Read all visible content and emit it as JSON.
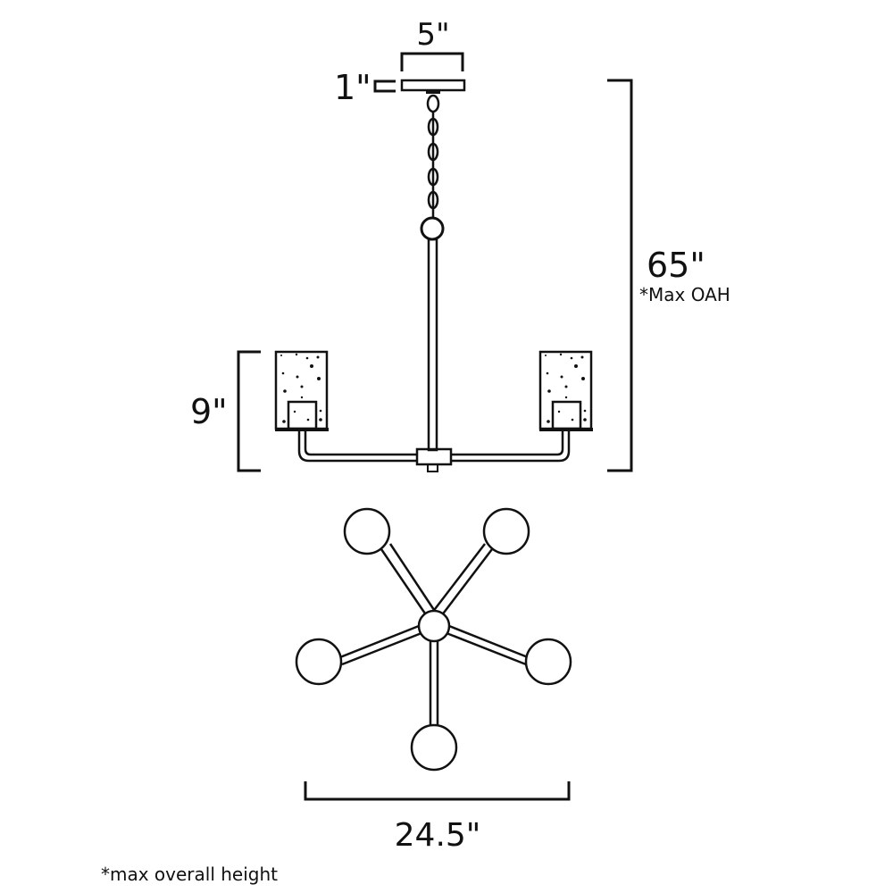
{
  "dimensions": {
    "canopy_width": "5\"",
    "canopy_height": "1\"",
    "overall_height": "65\"",
    "overall_height_note": "*Max OAH",
    "shade_height": "9\"",
    "overall_width": "24.5\""
  },
  "footnote": "*max overall height",
  "colors": {
    "line": "#111111",
    "background": "#ffffff"
  }
}
